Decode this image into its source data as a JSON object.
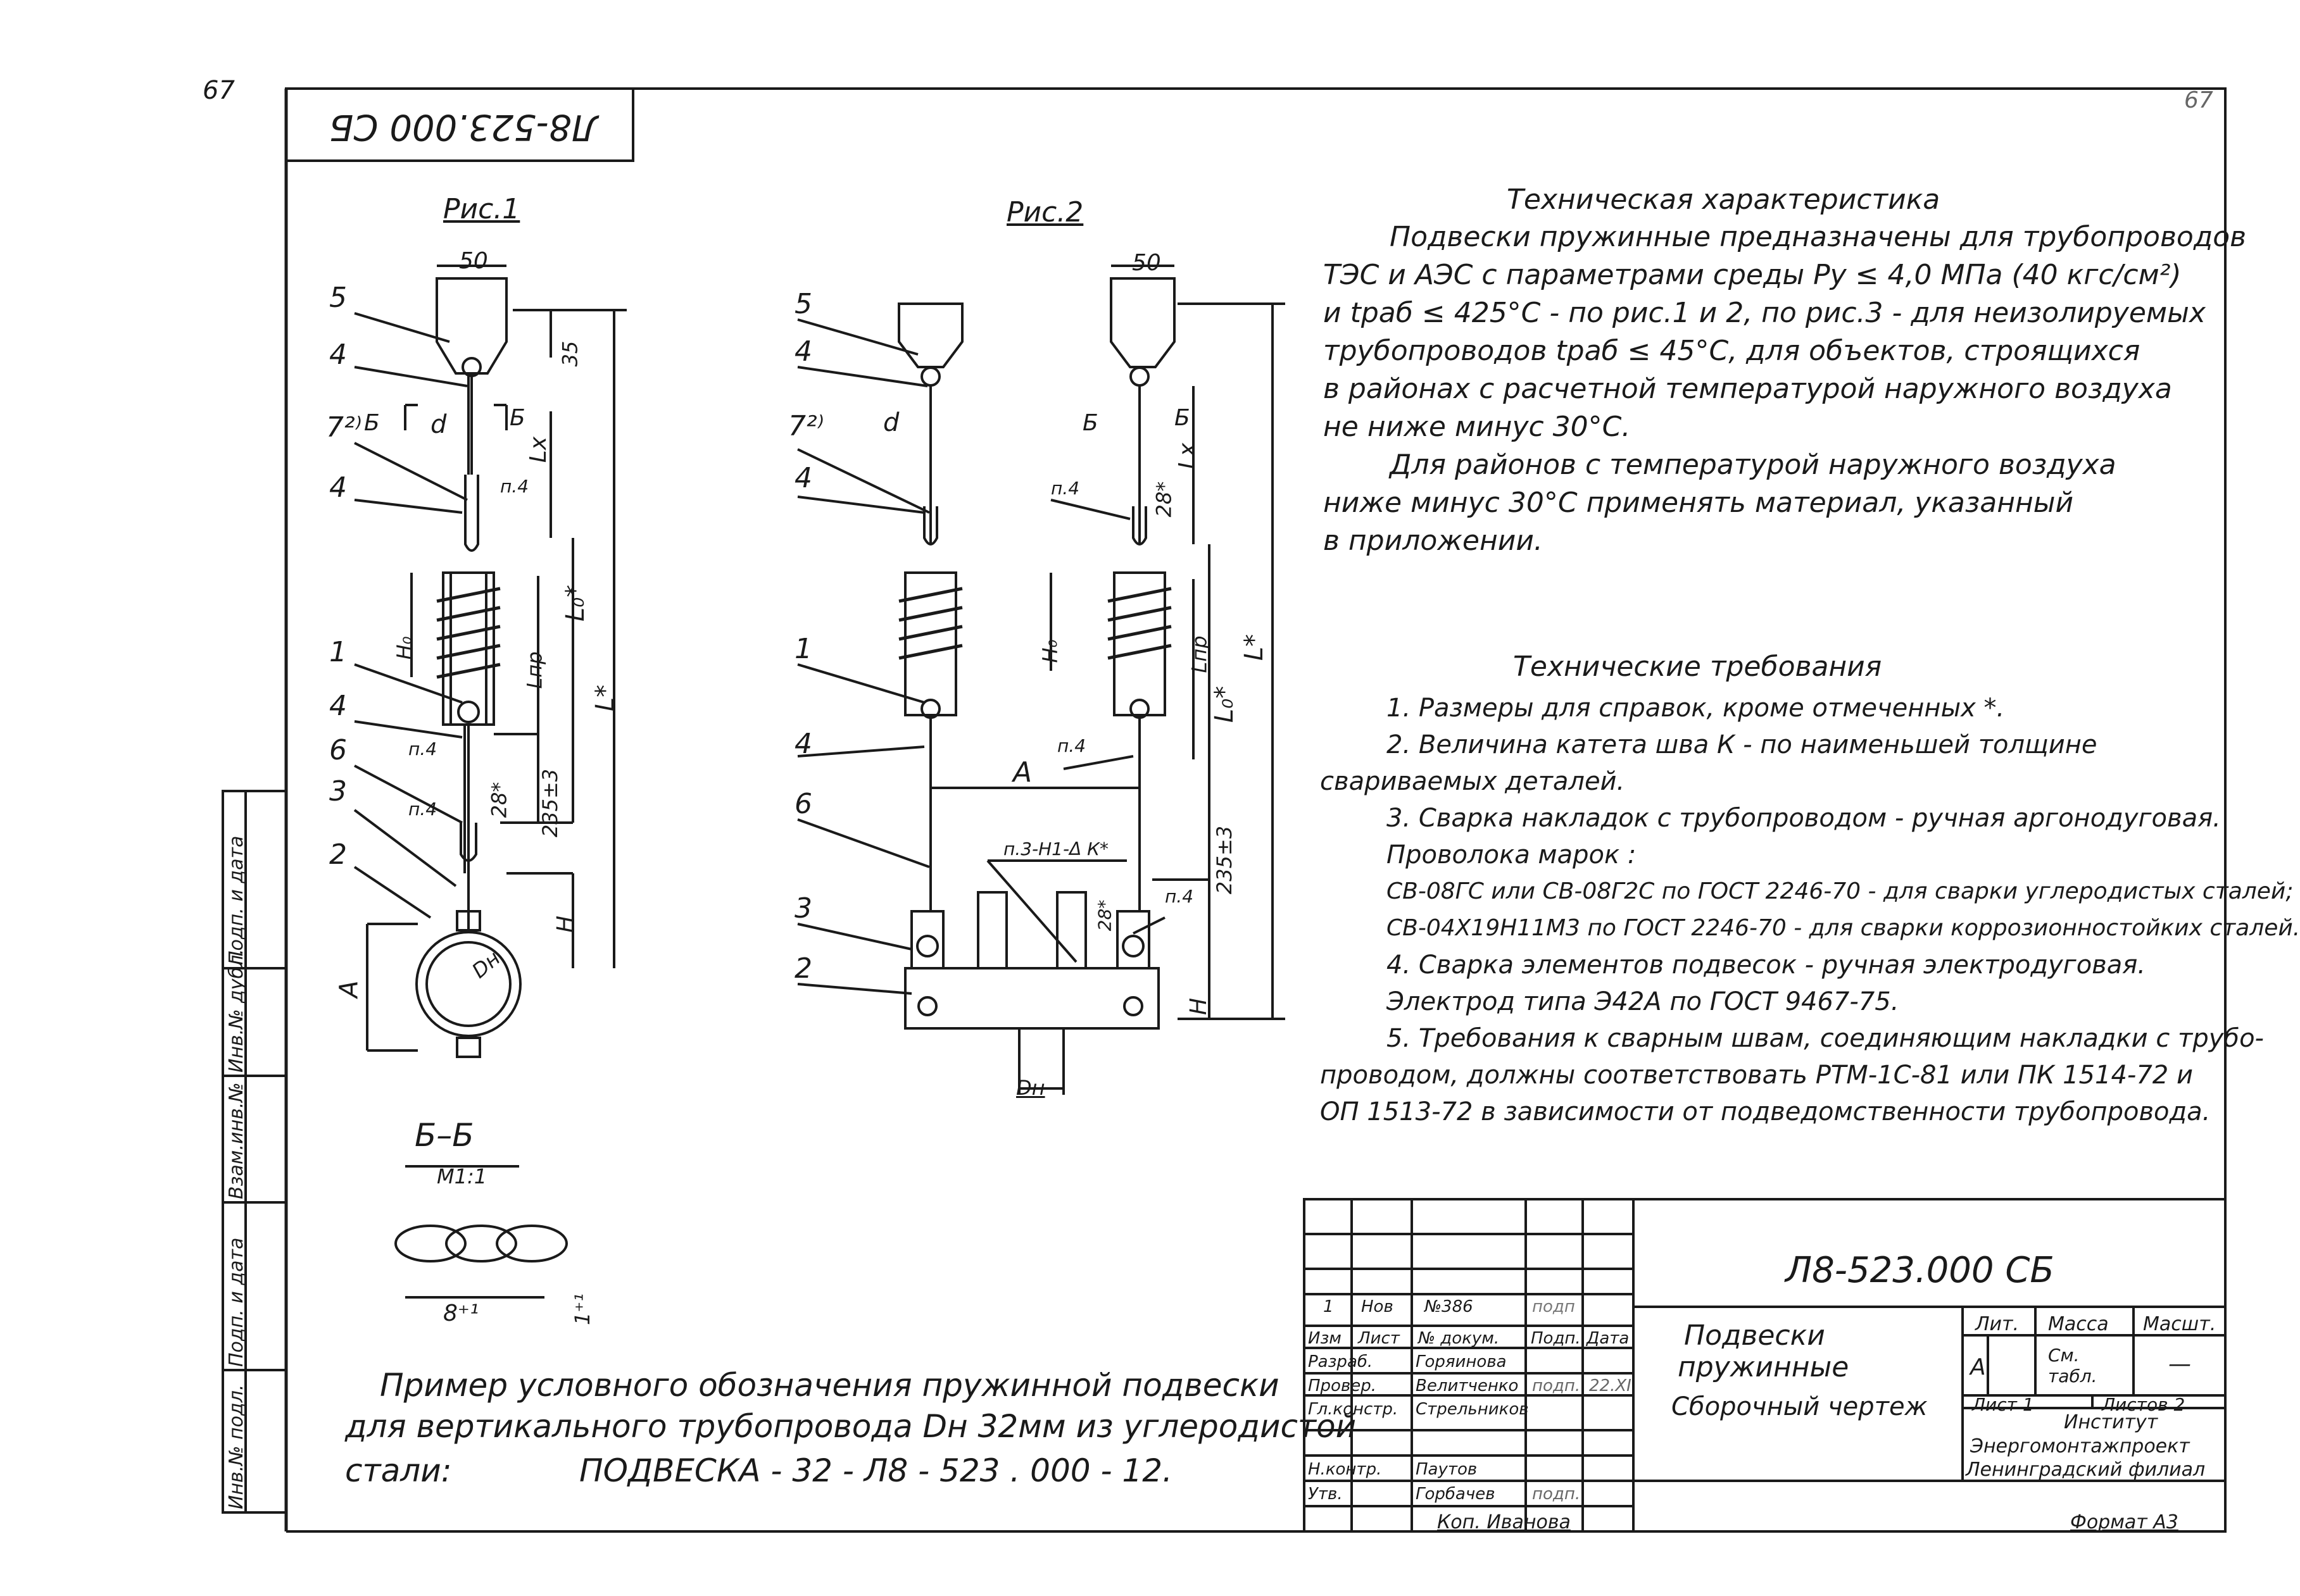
{
  "page_number_left": "67",
  "page_number_right": "67",
  "stamp_top": "Л8-523.000 СБ",
  "fig1": {
    "title": "Рис.1",
    "dims": {
      "w50": "50",
      "d35": "35",
      "lx": "Lx",
      "d": "d",
      "l0": "L₀*",
      "lstar": "L*",
      "h0": "H₀",
      "lpr": "Lпр",
      "d28": "28*",
      "d235": "235±3",
      "a": "A",
      "h": "H",
      "dn": "Dн"
    },
    "labels": {
      "n5": "5",
      "n4a": "4",
      "n7": "7²⁾",
      "n4b": "4",
      "n1": "1",
      "n4c": "4",
      "n6": "6",
      "n3": "3",
      "n2": "2",
      "b1": "Б",
      "b2": "Б",
      "p4a": "п.4",
      "p4b": "п.4",
      "p4c": "п.4"
    }
  },
  "fig2": {
    "title": "Рис.2",
    "dims": {
      "w50": "50",
      "d": "d",
      "lx": "Lx",
      "d28": "28*",
      "h0": "H₀",
      "lpr": "Lпр",
      "l0": "L₀*",
      "lstar": "L*",
      "a": "A",
      "d235": "235±3",
      "h": "H",
      "dn": "Dн",
      "weld": "п.3-Н1-Δ К*",
      "d28b": "28*"
    },
    "labels": {
      "n5": "5",
      "n4a": "4",
      "n7": "7²⁾",
      "n4b": "4",
      "n1": "1",
      "n4c": "4",
      "n6": "6",
      "n3": "3",
      "n2": "2",
      "b1": "Б",
      "b2": "Б",
      "p4a": "п.4",
      "p4b": "п.4",
      "p4c": "п.4"
    }
  },
  "section": {
    "title": "Б–Б",
    "scale": "М1:1",
    "dim1": "8⁺¹",
    "dim2": "1⁺¹"
  },
  "tech_char": {
    "heading": "Техническая характеристика",
    "lines": [
      "Подвески пружинные предназначены для трубопроводов",
      "ТЭС и АЭС с параметрами среды Pу ≤ 4,0 МПа (40 кгс/см²)",
      "и tраб ≤ 425°С - по рис.1 и 2, по рис.3 - для неизолируемых",
      "трубопроводов tраб ≤ 45°С, для объектов, строящихся",
      "в районах с расчетной температурой наружного воздуха",
      "не ниже минус 30°С.",
      "Для районов с температурой наружного воздуха",
      "ниже минус 30°С применять материал, указанный",
      "в приложении."
    ]
  },
  "tech_req": {
    "heading": "Технические требования",
    "lines": [
      "1. Размеры для справок, кроме отмеченных *.",
      "2. Величина катета шва К - по наименьшей толщине",
      "свариваемых деталей.",
      "3. Сварка накладок с трубопроводом - ручная аргонодуговая.",
      "Проволока марок :",
      "СВ-08ГС или СВ-08Г2С по ГОСТ 2246-70 - для сварки углеродистых сталей;",
      "СВ-04Х19Н11М3 по ГОСТ 2246-70 - для сварки коррозионностойких сталей.",
      "4. Сварка элементов подвесок - ручная электродуговая.",
      "Электрод типа Э42А по ГОСТ 9467-75.",
      "5. Требования к сварным швам, соединяющим накладки с трубо-",
      "проводом, должны соответствовать РТМ-1С-81 или ПК 1514-72 и",
      "ОП 1513-72 в зависимости от подведомственности трубопровода."
    ]
  },
  "example": {
    "line1": "Пример условного обозначения пружинной подвески",
    "line2": "для вертикального трубопровода Dн 32мм из углеродистой",
    "line3_prefix": "стали:",
    "line3_code": "ПОДВЕСКА - 32 - Л8 - 523 . 000 - 12."
  },
  "side_strip": [
    "Инв.№ подл.",
    "Подп. и дата",
    "Взам.инв.№",
    "Инв.№ дубл.",
    "Подп. и дата"
  ],
  "title_block": {
    "doc_code": "Л8-523.000 СБ",
    "title1": "Подвески",
    "title2": "пружинные",
    "title3": "Сборочный чертеж",
    "rev_row": [
      "1",
      "Нов",
      "№386",
      "подп"
    ],
    "head_row": [
      "Изм",
      "Лист",
      "№ докум.",
      "Подп.",
      "Дата"
    ],
    "people": [
      {
        "role": "Разраб.",
        "name": "Горяинова",
        "sign": "",
        "date": ""
      },
      {
        "role": "Провер.",
        "name": "Велитченко",
        "sign": "подп.",
        "date": "22.XI"
      },
      {
        "role": "Гл.констр.",
        "name": "Стрельников",
        "sign": "",
        "date": ""
      },
      {
        "role": "",
        "name": "",
        "sign": "",
        "date": ""
      },
      {
        "role": "Н.контр.",
        "name": "Паутов",
        "sign": "",
        "date": ""
      },
      {
        "role": "Утв.",
        "name": "Горбачев",
        "sign": "подп.",
        "date": ""
      }
    ],
    "lit_label": "Лит.",
    "mass_label": "Масса",
    "scale_label": "Масшт.",
    "lit_value": "А",
    "mass_value": "См. табл.",
    "scale_value": "—",
    "sheet": "Лист 1",
    "sheets": "Листов 2",
    "org1": "Институт",
    "org2": "Энергомонтажпроект",
    "org3": "Ленинградский филиал",
    "copied": "Коп. Иванова",
    "format": "Формат А3"
  }
}
